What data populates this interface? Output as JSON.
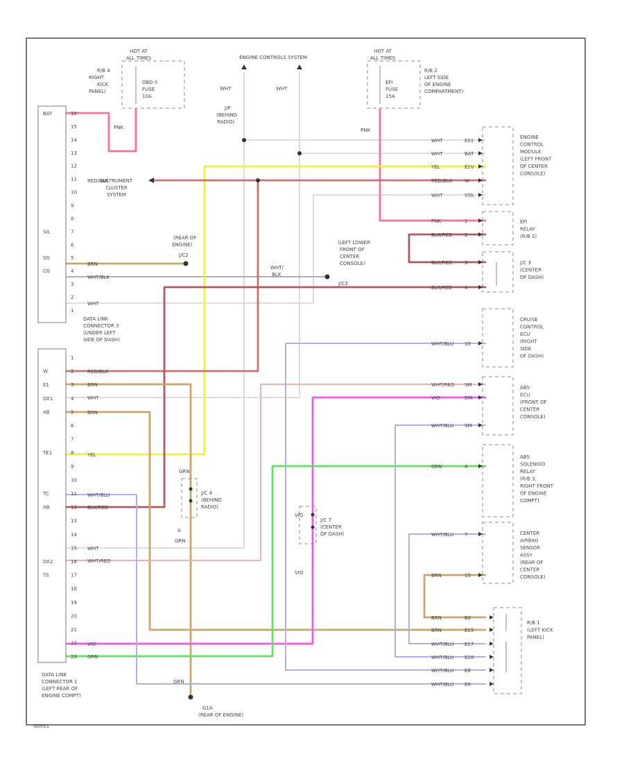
{
  "colors": {
    "frame": "#555555",
    "pink": "#ff6f93",
    "yellow": "#f2ee3c",
    "red_black": "#c97170",
    "brown": "#c9a56a",
    "white": "#d7d7d7",
    "wht_blk": "#a6a6a6",
    "blu_red": "#b0585e",
    "wht_red": "#f2b0b0",
    "violet": "#f355f0",
    "green": "#5fe05f",
    "wht_blu": "#aeaef3"
  },
  "labels": {
    "ecs": "ENGINE CONTROLS SYSTEM",
    "hot_left": [
      "HOT AT",
      "ALL TIMES"
    ],
    "hot_right": [
      "HOT AT",
      "ALL TIMES"
    ],
    "fuse_left": [
      "OBD II",
      "FUSE",
      "10A"
    ],
    "fuse_right": [
      "EFI",
      "FUSE",
      "15A"
    ],
    "rb4": [
      "R/B 4",
      "RIGHT",
      "KICK",
      "PANEL)"
    ],
    "rb2": [
      "R/B 2",
      "LEFT SIDE",
      "OF ENGINE",
      "COMPARTMENT)"
    ],
    "jp": [
      "J/P",
      "(BEHIND",
      "RADIO)"
    ],
    "wht_l": "WHT",
    "wht_r": "WHT",
    "pnk_l": "PNK",
    "pnk_r": "PNK",
    "ic": [
      "INSTRUMENT",
      "CLUSTER",
      "SYSTEM"
    ],
    "rear_eng": [
      "(REAR OF",
      "ENGINE)"
    ],
    "rear_eng_code": "J/C2",
    "lower_front": [
      "(LEFT LOWER",
      "FRONT OF",
      "CENTER",
      "CONSOLE)"
    ],
    "lower_front_code": "J/C3",
    "wht_blk_mid": [
      "WHT/",
      "BLK"
    ],
    "dlc3": [
      "DATA LINK",
      "CONNECTOR 3",
      "(UNDER LEFT",
      "SIDE OF DASH)"
    ],
    "dlc1": [
      "DATA LINK",
      "CONNECTOR 1",
      "(LEFT REAR OF",
      "ENGINE COMPT)"
    ],
    "jc4": [
      "J/C 4",
      "(BEHIND",
      "RADIO)"
    ],
    "jc7": [
      "J/C 7",
      "(CENTER",
      "OF DASH)"
    ],
    "ground": [
      "G1A",
      "(REAR OF ENGINE)"
    ],
    "grn_mid": "GRN",
    "a_mark": "A",
    "vio_a": "VIO",
    "vio_b": "VIO",
    "fig": "G0001"
  },
  "dlc3_pins": [
    "16",
    "15",
    "14",
    "13",
    "12",
    "11",
    "10",
    "9",
    "8",
    "7",
    "6",
    "5",
    "4",
    "3",
    "2",
    "1"
  ],
  "dlc3_sig": [
    {
      "pin": "16",
      "sig": "BAT"
    },
    {
      "pin": "5",
      "sig": "SG"
    },
    {
      "pin": "4",
      "sig": "CG"
    },
    {
      "pin": "7",
      "sig": "SIL"
    }
  ],
  "dlc1_pins": [
    "1",
    "2",
    "3",
    "4",
    "5",
    "6",
    "7",
    "8",
    "9",
    "10",
    "11",
    "12",
    "13",
    "14",
    "15",
    "16",
    "17",
    "18",
    "19",
    "20",
    "21",
    "22",
    "23"
  ],
  "dlc1_sig": [
    {
      "pin": "2",
      "sig": "W"
    },
    {
      "pin": "3",
      "sig": "E1"
    },
    {
      "pin": "4",
      "sig": "OX1"
    },
    {
      "pin": "5",
      "sig": "AB"
    },
    {
      "pin": "8",
      "sig": "TE1"
    },
    {
      "pin": "11",
      "sig": "TC"
    },
    {
      "pin": "12",
      "sig": "AB"
    },
    {
      "pin": "16",
      "sig": "OX2"
    },
    {
      "pin": "17",
      "sig": "TS"
    }
  ],
  "wires": [
    {
      "name": "DLC3-16 PNK",
      "color": "PNK"
    },
    {
      "name": "DLC3-11 RED/BLK",
      "color": "RED/BLK"
    },
    {
      "name": "DLC3-5 BRN",
      "color": "BRN"
    },
    {
      "name": "DLC3-4 WHT/BLK",
      "color": "WHT/BLK"
    },
    {
      "name": "DLC3-2 WHT",
      "color": "WHT"
    },
    {
      "name": "DLC1-2 RED/BLK",
      "color": "RED/BLK"
    },
    {
      "name": "DLC1-3 BRN",
      "color": "BRN"
    },
    {
      "name": "DLC1-4 WHT",
      "color": "WHT"
    },
    {
      "name": "DLC1-5 BRN",
      "color": "BRN"
    },
    {
      "name": "DLC1-8 YEL",
      "color": "YEL"
    },
    {
      "name": "DLC1-11 WHT/BLU",
      "color": "WHT/BLU"
    },
    {
      "name": "DLC1-12 BLK/RED",
      "color": "BLK/RED"
    },
    {
      "name": "DLC1-16 WHT",
      "color": "WHT"
    },
    {
      "name": "DLC1-17 WHT/RED",
      "color": "WHT/RED"
    },
    {
      "name": "DLC1-22 VIO",
      "color": "VIO"
    },
    {
      "name": "DLC1-23 GRN",
      "color": "GRN"
    }
  ],
  "right_conn": [
    {
      "color": "WHT",
      "pin": "E01"
    },
    {
      "color": "WHT",
      "pin": "BAT"
    },
    {
      "color": "YEL",
      "pin": "E1V"
    },
    {
      "color": "RED/BLK",
      "pin": "W"
    },
    {
      "color": "WHT",
      "pin": "STA"
    },
    {
      "color": "PNK",
      "pin": "1"
    },
    {
      "color": "BLK/RED",
      "pin": "2"
    },
    {
      "color": "BLK/RED",
      "pin": "3"
    },
    {
      "color": "BLK/RED",
      "pin": "4"
    },
    {
      "color": "WHT/BLU",
      "pin": "10"
    },
    {
      "color": "WHT/RED",
      "pin": "SM"
    },
    {
      "color": "VIO",
      "pin": "DM"
    },
    {
      "color": "WHT/BLU",
      "pin": "SM"
    },
    {
      "color": "GRN",
      "pin": "4"
    },
    {
      "color": "WHT/BLU",
      "pin": "7"
    },
    {
      "color": "BRN",
      "pin": "15"
    },
    {
      "color": "BRN",
      "pin": "B2"
    },
    {
      "color": "BRN",
      "pin": "E15"
    },
    {
      "color": "WHT/BLU",
      "pin": "E17"
    },
    {
      "color": "WHT/BLU",
      "pin": "E18"
    },
    {
      "color": "WHT/BLU",
      "pin": "E8"
    },
    {
      "color": "WHT/BLU",
      "pin": "E9"
    }
  ],
  "components": [
    {
      "name": "ecm",
      "label": [
        "ENGINE",
        "CONTROL",
        "MODULE",
        "(LEFT FRONT",
        "OF CENTER",
        "CONSOLE)"
      ]
    },
    {
      "name": "efi-relay",
      "label": [
        "EFI",
        "RELAY",
        "(R/B 2)"
      ]
    },
    {
      "name": "jc3",
      "label": [
        "J/C 3",
        "(CENTER",
        "OF DASH)"
      ]
    },
    {
      "name": "cruise-ecu",
      "label": [
        "CRUISE",
        "CONTROL",
        "ECU",
        "(RIGHT",
        "SIDE",
        "OF DASH)"
      ]
    },
    {
      "name": "abs-ecu",
      "label": [
        "ABS",
        "ECU",
        "(FRONT OF",
        "CENTER",
        "CONSOLE)"
      ]
    },
    {
      "name": "abs-relay",
      "label": [
        "ABS",
        "SOLENOID",
        "RELAY",
        "(R/B 3,",
        "RIGHT FRONT",
        "OF ENGINE",
        "COMPT)"
      ]
    },
    {
      "name": "airbag",
      "label": [
        "CENTER",
        "AIRBAG",
        "SENSOR",
        "ASSY",
        "(REAR OF",
        "CENTER",
        "CONSOLE)"
      ]
    },
    {
      "name": "rb1",
      "label": [
        "R/B 1",
        "(LEFT KICK",
        "PANEL)"
      ]
    }
  ]
}
